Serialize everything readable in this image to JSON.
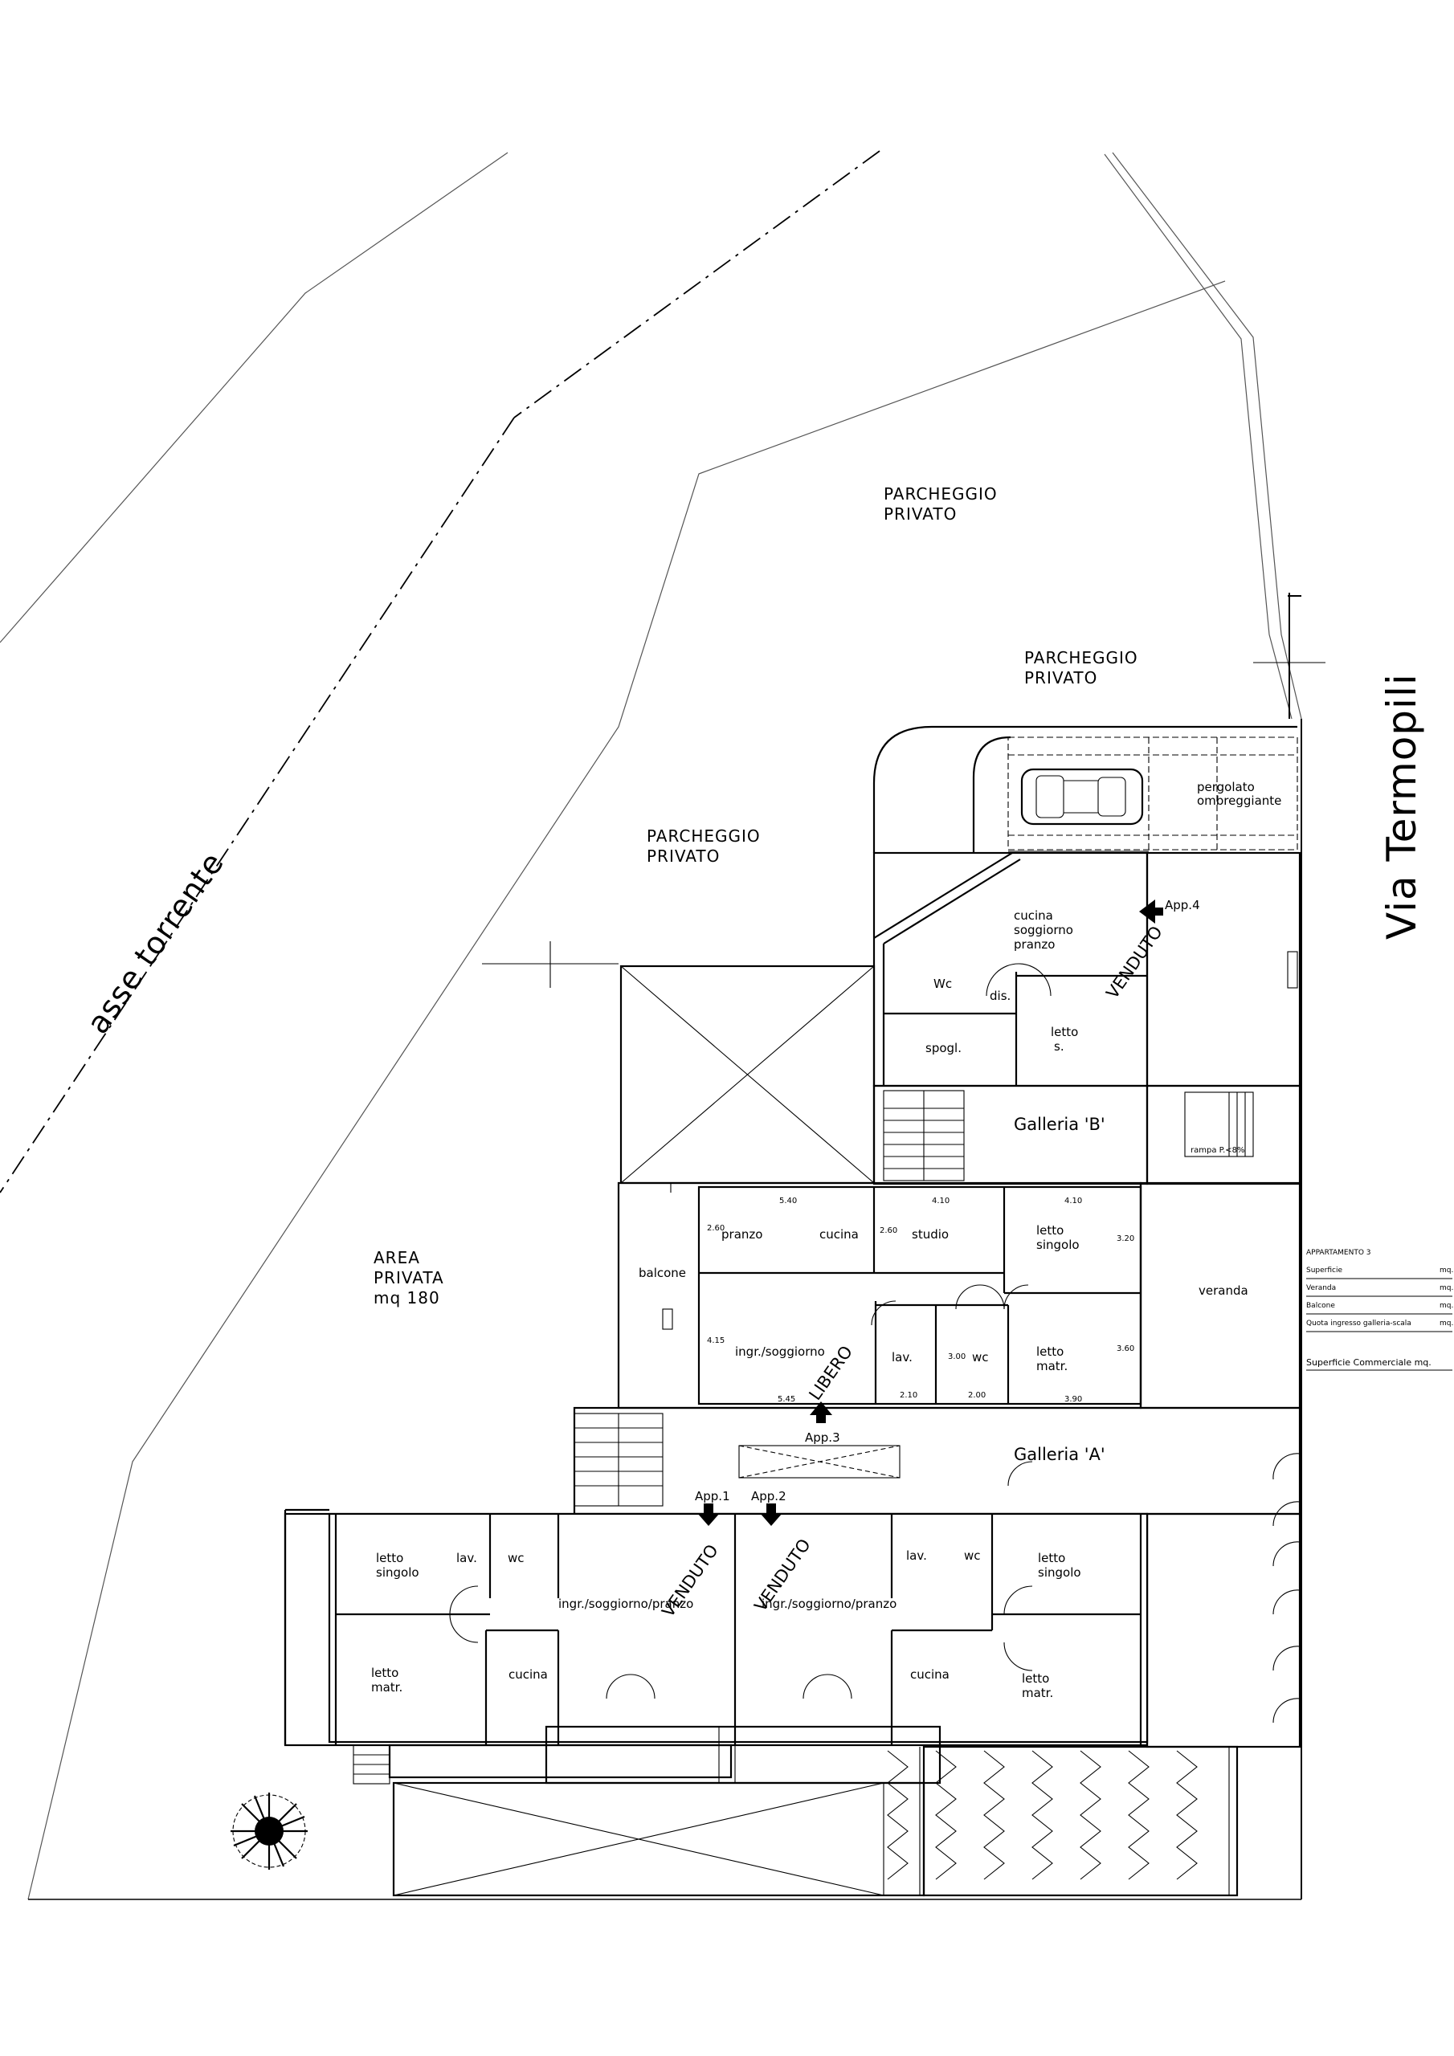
{
  "site": {
    "street": "Via Termopili",
    "axis_label": "asse torrente",
    "parking_north_1": [
      "PARCHEGGIO",
      "PRIVATO"
    ],
    "parking_north_2": [
      "PARCHEGGIO",
      "PRIVATO"
    ],
    "parking_west": [
      "PARCHEGGIO",
      "PRIVATO"
    ],
    "private_area": [
      "AREA",
      "PRIVATA",
      "mq  180"
    ],
    "pergola": [
      "pergolato",
      "ombreggiante"
    ]
  },
  "apartment4": {
    "entry_label": "App.4",
    "status": "VENDUTO",
    "rooms": {
      "kitchen": [
        "cucina",
        "soggiorno",
        "pranzo"
      ],
      "wc": "Wc",
      "hall": "dis.",
      "closet": "spogl.",
      "bedroom": [
        "letto",
        "s."
      ]
    }
  },
  "galleries": {
    "b": "Galleria  'B'",
    "a": "Galleria  'A'",
    "ramp": "rampa P.<8%"
  },
  "apartment3": {
    "entry_label": "App.3",
    "status": "LIBERO",
    "rooms": {
      "dining": "pranzo",
      "kitchen": "cucina",
      "study": "studio",
      "single": [
        "letto",
        "singolo"
      ],
      "balcony": "balcone",
      "living": "ingr./soggiorno",
      "laundry": "lav.",
      "wc": "wc",
      "master": [
        "letto",
        "matr."
      ],
      "veranda": "veranda"
    },
    "dims": {
      "top_a": "5.40",
      "top_b": "4.10",
      "top_c": "4.10",
      "bot_a": "5.45",
      "bot_b": "2.10",
      "bot_c": "2.00",
      "bot_d": "3.90",
      "left_a": "2.60",
      "left_b": "4.15",
      "mid": "2.60",
      "wc_h": "3.00",
      "right_a": "3.20",
      "right_b": "3.60"
    }
  },
  "apartment1": {
    "entry_label": "App.1",
    "status": "VENDUTO",
    "rooms": {
      "single": [
        "letto",
        "singolo"
      ],
      "laundry": "lav.",
      "wc": "wc",
      "living": "ingr./soggiorno/pranzo",
      "master": [
        "letto",
        "matr."
      ],
      "kitchen": "cucina"
    }
  },
  "apartment2": {
    "entry_label": "App.2",
    "status": "VENDUTO",
    "rooms": {
      "living": "ingr./soggiorno/pranzo",
      "laundry": "lav.",
      "wc": "wc",
      "single": [
        "letto",
        "singolo"
      ],
      "kitchen": "cucina",
      "master": [
        "letto",
        "matr."
      ]
    }
  },
  "summary_table": {
    "title": "APPARTAMENTO   3",
    "rows": [
      {
        "label": "Superficie",
        "unit": "mq."
      },
      {
        "label": "Veranda",
        "unit": "mq."
      },
      {
        "label": "Balcone",
        "unit": "mq."
      },
      {
        "label": "Quota ingresso galleria-scala",
        "unit": "mq."
      }
    ],
    "total_label": "Superficie Commerciale mq."
  }
}
